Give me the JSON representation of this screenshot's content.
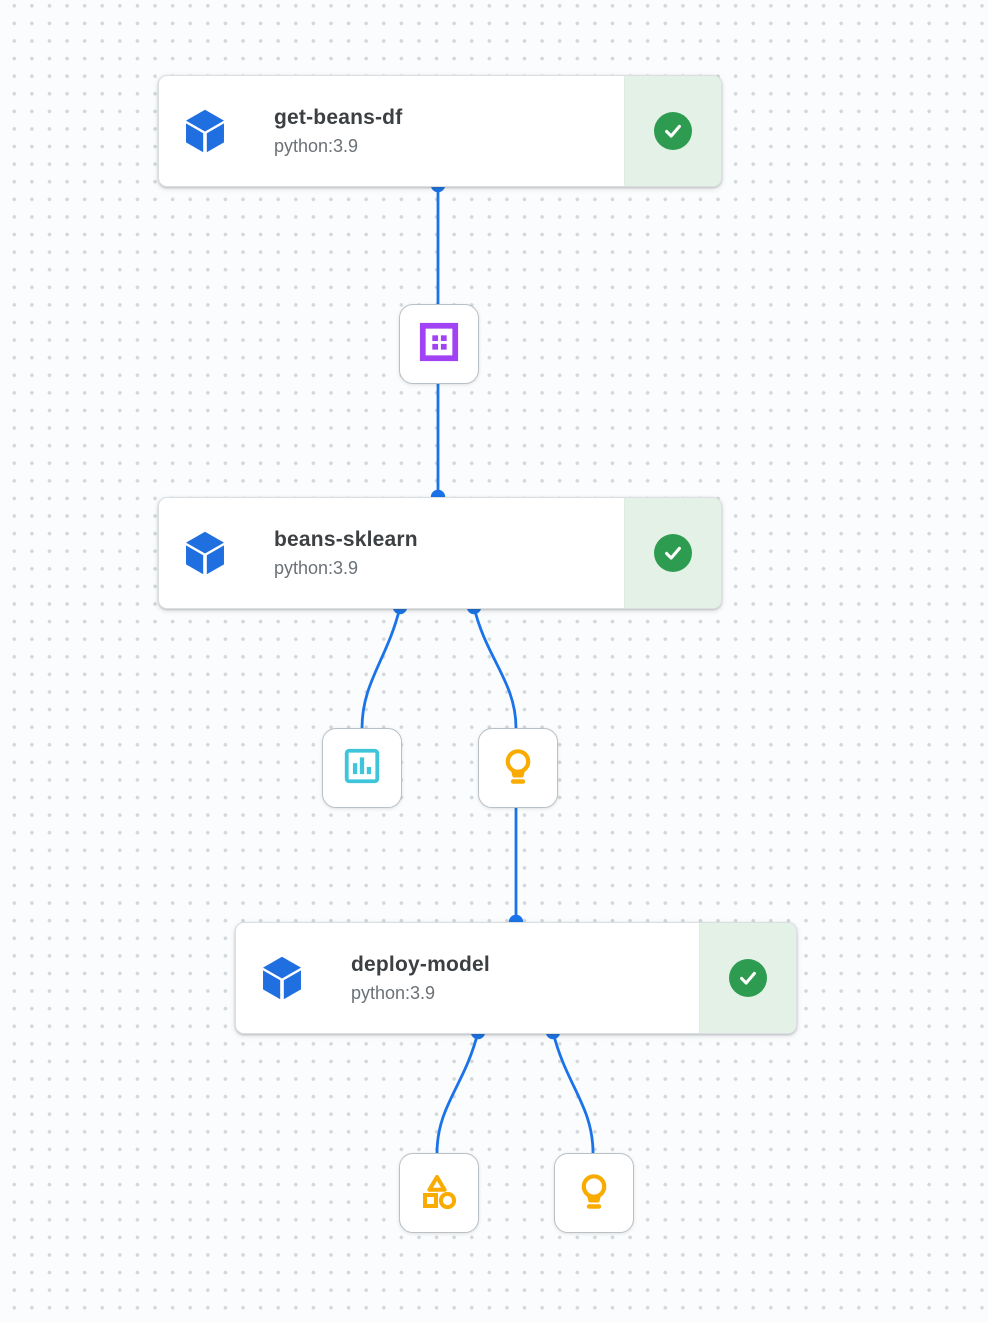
{
  "view": "pipeline-dag",
  "colors": {
    "edge_blue": "#1a73e8",
    "component_blue": "#1f6fe0",
    "success_green": "#2e9c50",
    "success_panel_bg": "#e4f1e7",
    "dataset_purple": "#a142f4",
    "metrics_cyan": "#3ec5db",
    "artifact_orange": "#f9ab00",
    "title_text": "#3c4043",
    "subtitle_text": "#6b7177"
  },
  "nodes": [
    {
      "title": "get-beans-df",
      "subtitle": "python:3.9",
      "status": "success",
      "icon": "component-cube-icon"
    },
    {
      "title": "beans-sklearn",
      "subtitle": "python:3.9",
      "status": "success",
      "icon": "component-cube-icon"
    },
    {
      "title": "deploy-model",
      "subtitle": "python:3.9",
      "status": "success",
      "icon": "component-cube-icon"
    }
  ],
  "artifacts": [
    {
      "id": "dataset",
      "icon": "dataset-icon"
    },
    {
      "id": "metrics",
      "icon": "metrics-chart-icon"
    },
    {
      "id": "html-artifact-1",
      "icon": "lightbulb-icon"
    },
    {
      "id": "model",
      "icon": "model-shapes-icon"
    },
    {
      "id": "html-artifact-2",
      "icon": "lightbulb-icon"
    }
  ],
  "edges": [
    {
      "from": "get-beans-df",
      "to": "dataset"
    },
    {
      "from": "dataset",
      "to": "beans-sklearn"
    },
    {
      "from": "beans-sklearn",
      "to": "metrics"
    },
    {
      "from": "beans-sklearn",
      "to": "html-artifact-1"
    },
    {
      "from": "html-artifact-1",
      "to": "deploy-model"
    },
    {
      "from": "deploy-model",
      "to": "model"
    },
    {
      "from": "deploy-model",
      "to": "html-artifact-2"
    }
  ]
}
